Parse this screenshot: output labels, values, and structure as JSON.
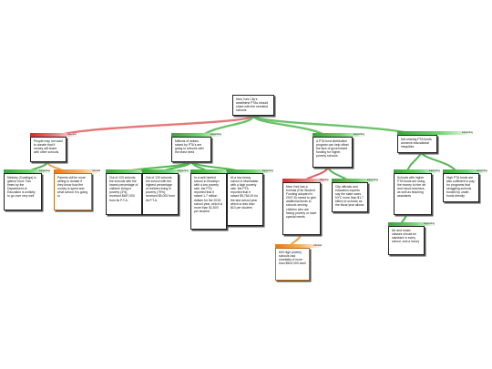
{
  "link_colors": {
    "support": "#52b852",
    "objection": "#e06060",
    "rebuttal": "#f0a050"
  },
  "root": {
    "text": "New York City's wealthiest PTAs should share with the neediest schools"
  },
  "reasons": [
    {
      "bar_label": "objection",
      "text": "People may not want to donate that if money will share with other schools"
    },
    {
      "bar_label": "supporting",
      "text": "Millions of dollars raised by PTA's are going to schools with the least need"
    },
    {
      "bar_label": "supporting",
      "text": "A PTA fund distribution program can help offset the lack of government funding for higher-poverty schools"
    },
    {
      "bar_label": "supporting",
      "text": "Not sharing PTA funds worsens educational inequities"
    }
  ],
  "evidence": [
    {
      "bar_label": "supporting",
      "text": "Ministry (Coalinga) is glamor fund: Two times by the Department of Education is unlikely to go over very well"
    },
    {
      "bar_label": "rebuttal",
      "text": "Parents will be more willing to donate if they know how the money is spent and what school it is going to"
    },
    {
      "bar_label": "supporting",
      "text": "Out of 120 schools, the schools with the lowest percentage of children living in poverty (3%), received $487,000 from its P.T.A."
    },
    {
      "bar_label": "supporting",
      "text": "Out of 120 schools, the school with the highest percentage of children living in poverty (79%), received $5,000 from its P.T.A."
    },
    {
      "bar_label": "supporting",
      "text": "In a well-heeled school in Brooklyn with a low poverty rate, the PTA reported that it raised 1.7 million dollars for the 2015 school year, which is more than $1,500 per student"
    },
    {
      "bar_label": "supporting",
      "text": "At a low-heavy school in Manhattan with a high poverty rate, the PTA reported that it raised $5,764.00 for the last school year which is less than $10 per student"
    },
    {
      "bar_label": "objection",
      "text": "New York has a formula (Fair Student Funding adopted in 2007-8) meant to give additional funds to schools serving children who are facing poverty or have special needs"
    },
    {
      "bar_label": "supporting",
      "text": "City officials and education experts say the state owes NYC more than $1.7 billion to schools as the fiscal year allows"
    },
    {
      "bar_label": "supporting",
      "text": "Schools with higher PTA funds are using the money to hire art and music teachers, as well as teaching assistants"
    },
    {
      "bar_label": "supporting",
      "text": "High PTA funds are also sufficient to pay for programs that struggling schools funded by under-funds directly"
    }
  ],
  "deep": [
    {
      "bar_label": "rebuttal",
      "text": "600 high poverty schools had shortfalls of more than $500,000 each"
    },
    {
      "bar_label": "supporting",
      "text": "Art and music classes should be standard in every school, and a luxury"
    }
  ]
}
